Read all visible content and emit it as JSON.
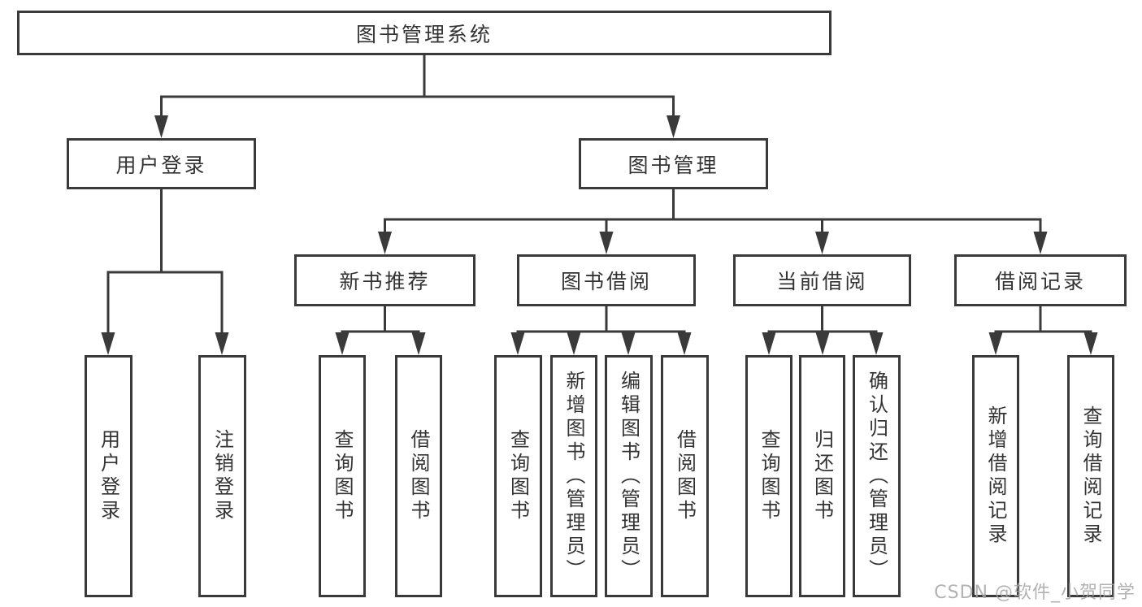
{
  "tree": {
    "label": "图书管理系统",
    "children": [
      {
        "label": "用户登录",
        "children": [
          {
            "label": "用户登录"
          },
          {
            "label": "注销登录"
          }
        ]
      },
      {
        "label": "图书管理",
        "children": [
          {
            "label": "新书推荐",
            "children": [
              {
                "label": "查询图书"
              },
              {
                "label": "借阅图书"
              }
            ]
          },
          {
            "label": "图书借阅",
            "children": [
              {
                "label": "查询图书"
              },
              {
                "label": "新增图书（管理员）"
              },
              {
                "label": "编辑图书（管理员）"
              },
              {
                "label": "借阅图书"
              }
            ]
          },
          {
            "label": "当前借阅",
            "children": [
              {
                "label": "查询图书"
              },
              {
                "label": "归还图书"
              },
              {
                "label": "确认归还（管理员）"
              }
            ]
          },
          {
            "label": "借阅记录",
            "children": [
              {
                "label": "新增借阅记录"
              },
              {
                "label": "查询借阅记录"
              }
            ]
          }
        ]
      }
    ]
  },
  "watermark": {
    "text": "CSDN @软件_小贺同学"
  },
  "colors": {
    "line": "#3a3a3a",
    "text": "#333333",
    "node_background": "#ffffff",
    "page_background": "#ffffff",
    "watermark": "#a4a4a4"
  }
}
